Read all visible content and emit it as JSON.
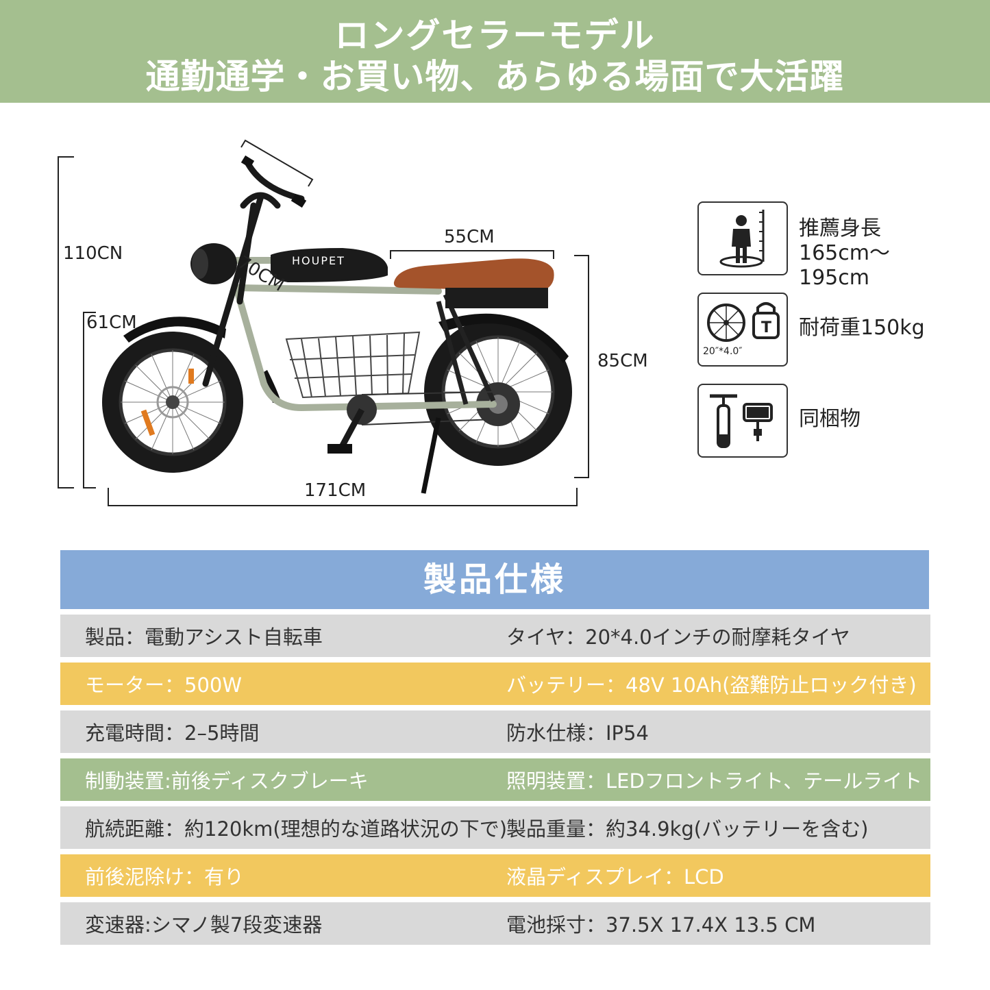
{
  "banner": {
    "line1": "ロングセラーモデル",
    "line2": "通勤通学・お買い物、あらゆる場面で大活躍"
  },
  "dimensions": {
    "handlebar": "70CM",
    "total_height": "110CN",
    "front_height": "61CM",
    "seat": "55CM",
    "seat_height": "85CM",
    "length": "171CM",
    "brand": "HOUPET"
  },
  "features": [
    {
      "icon": "person-height-icon",
      "line1": "推薦身長",
      "line2": "165cm～195cm"
    },
    {
      "icon": "wheel-lock-icon",
      "tire_label": "20″*4.0″",
      "line1": "耐荷重150kg"
    },
    {
      "icon": "pump-phone-holder-icon",
      "line1": "同梱物"
    }
  ],
  "spec": {
    "title": "製品仕様",
    "rows": [
      {
        "color": "gray",
        "left": "製品：電動アシスト自転車",
        "right": "タイヤ：20*4.0インチの耐摩耗タイヤ"
      },
      {
        "color": "yellow",
        "left": "モーター：500W",
        "right": "バッテリー：48V 10Ah(盗難防止ロック付き)"
      },
      {
        "color": "gray",
        "left": "充電時間：2–5時間",
        "right": "防水仕様：IP54"
      },
      {
        "color": "green",
        "left": "制動装置:前後ディスクブレーキ",
        "right": "照明装置：LEDフロントライト、テールライト"
      },
      {
        "color": "gray",
        "left": "航続距離：約120km(理想的な道路状況の下で)",
        "right": "製品重量：約34.9kg(バッテリーを含む)"
      },
      {
        "color": "yellow",
        "left": "前後泥除け：有り",
        "right": "液晶ディスプレイ：LCD"
      },
      {
        "color": "gray",
        "left": "変速器:シマノ製7段変速器",
        "right": "電池採寸：37.5X 17.4X 13.5 CM"
      }
    ]
  }
}
